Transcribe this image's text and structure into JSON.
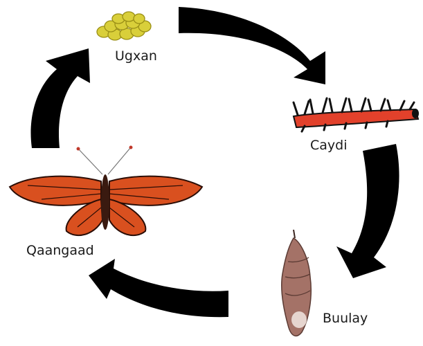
{
  "diagram": {
    "stages": {
      "egg": {
        "label": "Ugxan",
        "icon": "egg-cluster-icon"
      },
      "larva": {
        "label": "Caydi",
        "icon": "caterpillar-icon"
      },
      "pupa": {
        "label": "Buulay",
        "icon": "chrysalis-icon"
      },
      "adult": {
        "label": "Qaangaad",
        "icon": "butterfly-icon"
      }
    },
    "colors": {
      "arrow": "#000000",
      "egg_fill": "#d9cf3a",
      "egg_stroke": "#9a8f16",
      "caterpillar_body": "#e2412b",
      "caterpillar_spines": "#111111",
      "chrysalis": "#a47267",
      "wing_orange": "#d9501f",
      "wing_vein": "#2a0d06"
    }
  }
}
